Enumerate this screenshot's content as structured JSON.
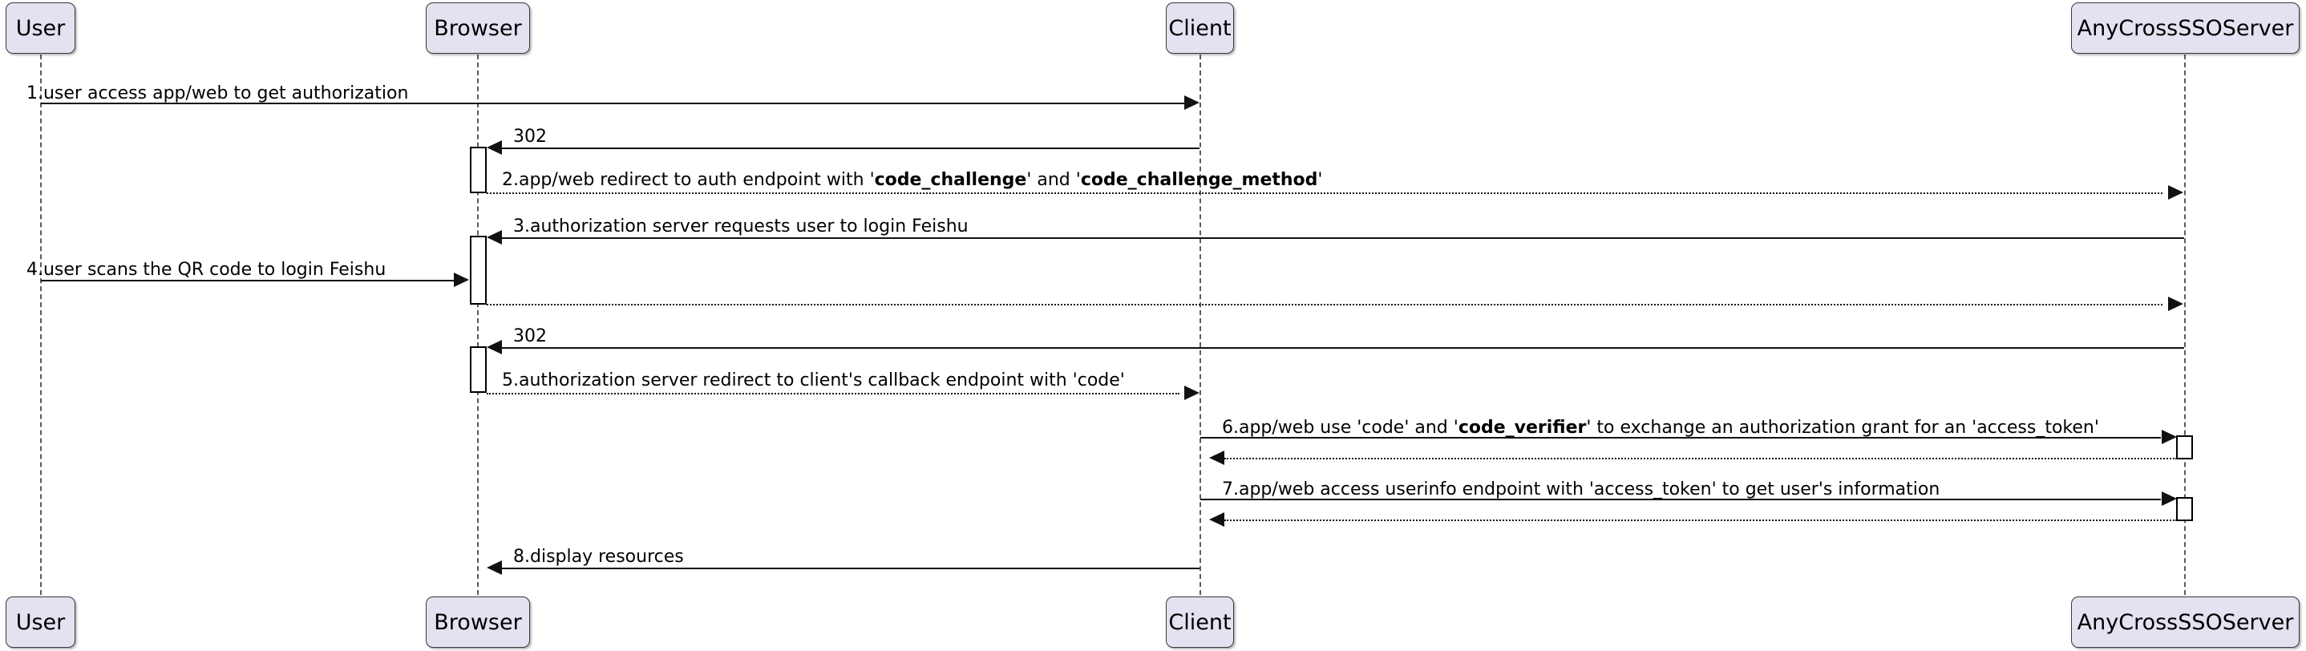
{
  "diagram": {
    "type": "sequence-diagram",
    "title": "",
    "background_color": "#ffffff",
    "participant_fill": "#E2E2F0",
    "participant_border": "#38383d",
    "line_color": "#111111"
  },
  "participants": [
    {
      "id": "user",
      "label": "User"
    },
    {
      "id": "browser",
      "label": "Browser"
    },
    {
      "id": "client",
      "label": "Client"
    },
    {
      "id": "server",
      "label": "AnyCrossSSOServer"
    }
  ],
  "participants_bottom": [
    {
      "id": "user",
      "label": "User"
    },
    {
      "id": "browser",
      "label": "Browser"
    },
    {
      "id": "client",
      "label": "Client"
    },
    {
      "id": "server",
      "label": "AnyCrossSSOServer"
    }
  ],
  "messages": [
    {
      "num": "1",
      "from": "user",
      "to": "client",
      "style": "solid",
      "direction": "right",
      "label_plain": "1.user access app/web to get authorization",
      "label_html": "1.user access app/web to get authorization"
    },
    {
      "num": "",
      "from": "client",
      "to": "browser",
      "style": "solid",
      "direction": "left",
      "label_plain": "302",
      "label_html": "302"
    },
    {
      "num": "2",
      "from": "browser",
      "to": "server",
      "style": "dotted",
      "direction": "right",
      "label_plain": "2.app/web redirect to auth endpoint with 'code_challenge' and 'code_challenge_method'",
      "label_html": "2.app/web redirect to auth endpoint with '<b>code_challenge</b>' and '<b>code_challenge_method</b>'"
    },
    {
      "num": "3",
      "from": "server",
      "to": "browser",
      "style": "solid",
      "direction": "left",
      "label_plain": "3.authorization server requests user to login Feishu",
      "label_html": "3.authorization server requests user to login Feishu"
    },
    {
      "num": "4",
      "from": "user",
      "to": "browser",
      "style": "solid",
      "direction": "right",
      "label_plain": "4.user scans the QR code to login Feishu",
      "label_html": "4.user scans the QR code to login Feishu"
    },
    {
      "num": "",
      "from": "browser",
      "to": "server",
      "style": "dotted",
      "direction": "right",
      "label_plain": "",
      "label_html": ""
    },
    {
      "num": "",
      "from": "server",
      "to": "browser",
      "style": "solid",
      "direction": "left",
      "label_plain": "302",
      "label_html": "302"
    },
    {
      "num": "5",
      "from": "browser",
      "to": "client",
      "style": "dotted",
      "direction": "right",
      "label_plain": "5.authorization server redirect to client's callback endpoint with 'code'",
      "label_html": "5.authorization server redirect to client's callback endpoint with 'code'"
    },
    {
      "num": "6",
      "from": "client",
      "to": "server",
      "style": "solid",
      "direction": "right",
      "label_plain": "6.app/web use 'code' and 'code_verifier' to exchange an authorization grant for an 'access_token'",
      "label_html": "6.app/web use 'code' and '<b>code_verifier</b>' to exchange an authorization grant for an 'access_token'"
    },
    {
      "num": "",
      "from": "server",
      "to": "client",
      "style": "dotted",
      "direction": "left",
      "label_plain": "",
      "label_html": ""
    },
    {
      "num": "7",
      "from": "client",
      "to": "server",
      "style": "solid",
      "direction": "right",
      "label_plain": "7.app/web access userinfo endpoint with 'access_token' to get user's information",
      "label_html": "7.app/web access userinfo endpoint with 'access_token' to get user's information"
    },
    {
      "num": "",
      "from": "server",
      "to": "client",
      "style": "dotted",
      "direction": "left",
      "label_plain": "",
      "label_html": ""
    },
    {
      "num": "8",
      "from": "client",
      "to": "browser",
      "style": "solid",
      "direction": "left",
      "label_plain": "8.display resources",
      "label_html": "8.display resources"
    }
  ]
}
